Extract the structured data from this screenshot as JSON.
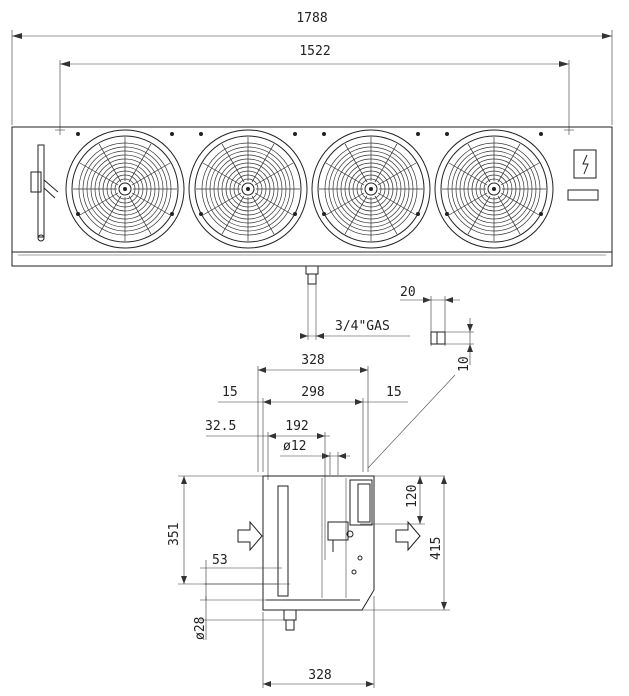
{
  "dimensions": {
    "overall_length": "1788",
    "fan_span": "1522",
    "pipe_offset": "20",
    "connection": "3/4\"GAS",
    "pipe_gap": "10",
    "side_width_top": "328",
    "margin_left": "15",
    "inner_width": "298",
    "margin_right": "15",
    "left_offset": "32.5",
    "bracket_span": "192",
    "pipe_diameter": "ø12",
    "top_height": "120",
    "body_height": "351",
    "total_height": "415",
    "drain_height": "53",
    "drain_diameter": "ø28",
    "side_width_bottom": "328"
  },
  "view": {
    "fan_count": 4,
    "airflow_arrows": 2,
    "icons": [
      "electrical-warning-icon",
      "airflow-arrow-icon"
    ]
  },
  "colors": {
    "line": "#222222",
    "panel": "#ffffff",
    "shade": "#cccccc"
  }
}
